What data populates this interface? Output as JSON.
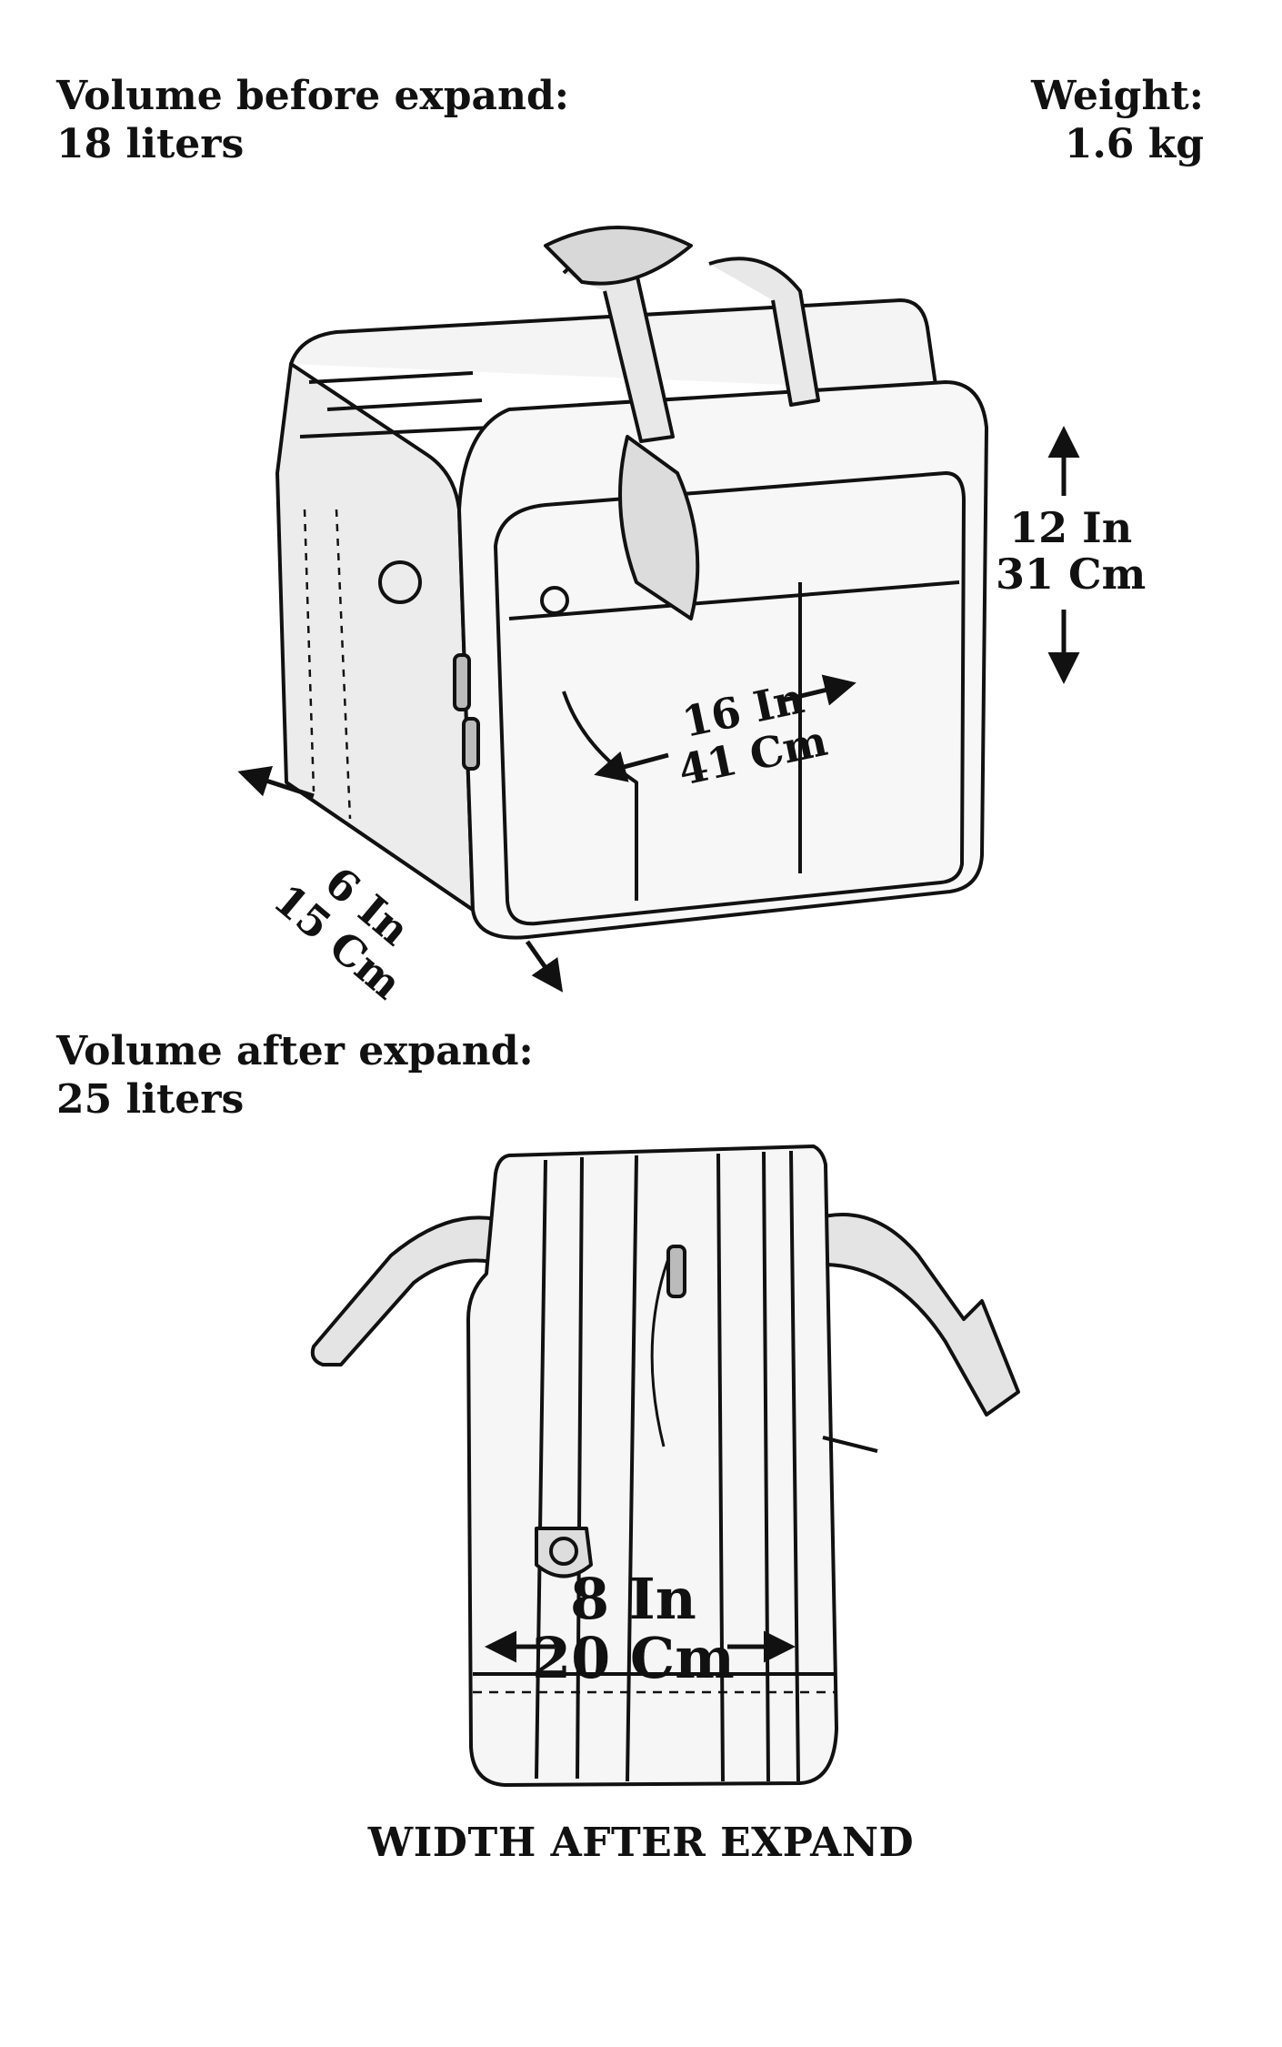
{
  "specs": {
    "volume_before_label": "Volume before expand:",
    "volume_before_value": "18 liters",
    "weight_label": "Weight:",
    "weight_value": "1.6 kg",
    "volume_after_label": "Volume after expand:",
    "volume_after_value": "25 liters"
  },
  "dimensions": {
    "height_in": "12 In",
    "height_cm": "31 Cm",
    "length_in": "16 In",
    "length_cm": "41 Cm",
    "depth_in": "6 In",
    "depth_cm": "15 Cm",
    "width_in": "8 In",
    "width_cm": "20 Cm"
  },
  "caption": "WIDTH AFTER EXPAND",
  "colors": {
    "ink": "#111111",
    "background": "#ffffff"
  }
}
